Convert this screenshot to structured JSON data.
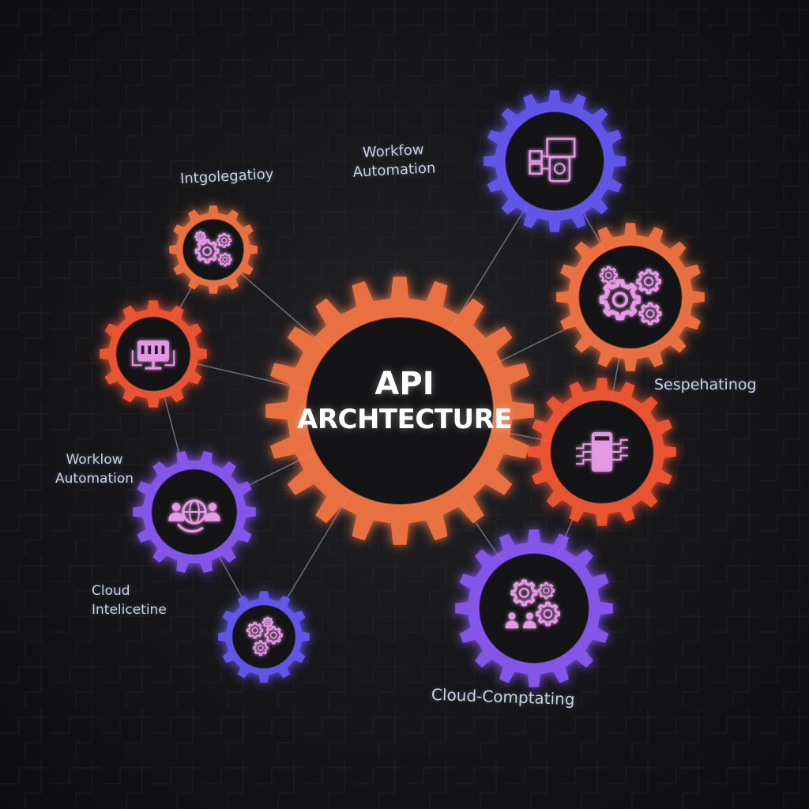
{
  "center": {
    "title_line1": "API",
    "title_line2": "ARCHTECTURE"
  },
  "labels": {
    "integration": "Intgolegatioy",
    "workflow_top_1": "Workfow",
    "workflow_top_2": "Automation",
    "workflow_left_1": "Worklow",
    "workflow_left_2": "Automation",
    "cloud_left_1": "Cloud",
    "cloud_left_2": "Intelicetine",
    "sespematinog": "Sespehatinog",
    "cloud_computing": "Cloud-Comptating"
  },
  "colors": {
    "background": "#111113",
    "orange": "#ff7a45",
    "red_orange": "#ff5a36",
    "purple": "#8f5cff",
    "violet": "#6a5cff",
    "icon_pink": "#e69ae6",
    "connector": "#7d8696",
    "label_text": "#c9d2e2"
  },
  "nodes": [
    {
      "id": "center",
      "color": "orange",
      "icon": "none"
    },
    {
      "id": "integration",
      "color": "orange",
      "icon": "gears-cluster-icon"
    },
    {
      "id": "monitor",
      "color": "red_orange",
      "icon": "monitor-icon"
    },
    {
      "id": "collaboration",
      "color": "purple",
      "icon": "people-globe-icon"
    },
    {
      "id": "gears-small",
      "color": "violet",
      "icon": "gears-icon"
    },
    {
      "id": "workflow-top",
      "color": "violet",
      "icon": "workflow-devices-icon"
    },
    {
      "id": "gears-right",
      "color": "orange",
      "icon": "gears-cluster-icon"
    },
    {
      "id": "tablet",
      "color": "red_orange",
      "icon": "tablet-circuit-icon"
    },
    {
      "id": "cloud-team",
      "color": "purple",
      "icon": "gears-people-icon"
    }
  ]
}
